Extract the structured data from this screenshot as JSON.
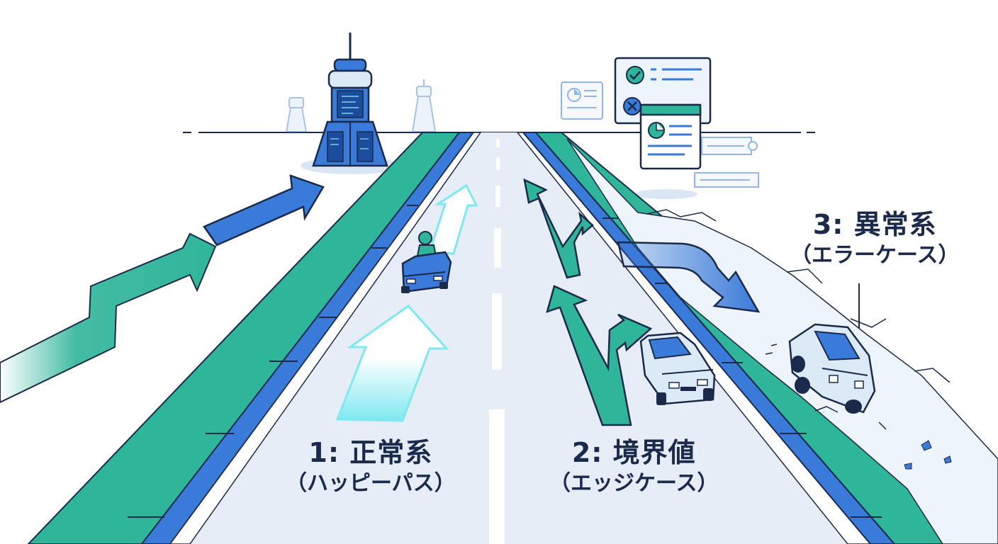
{
  "labels": {
    "happy": {
      "title": "1: 正常系",
      "subtitle": "（ハッピーパス）"
    },
    "edge": {
      "title": "2: 境界値",
      "subtitle": "（エッジケース）"
    },
    "error": {
      "title": "3: 異常系",
      "subtitle": "（エラーケース）"
    }
  },
  "colors": {
    "teal": "#2fb59a",
    "blue": "#3a7ad8",
    "navy": "#1b2a4a",
    "road": "#e6edf7",
    "light": "#eef4fb"
  },
  "icons": [
    "control-tower-icon",
    "checklist-icon",
    "report-icon",
    "chart-icon",
    "car-icon",
    "suv-icon",
    "jeep-icon",
    "driver-icon"
  ]
}
